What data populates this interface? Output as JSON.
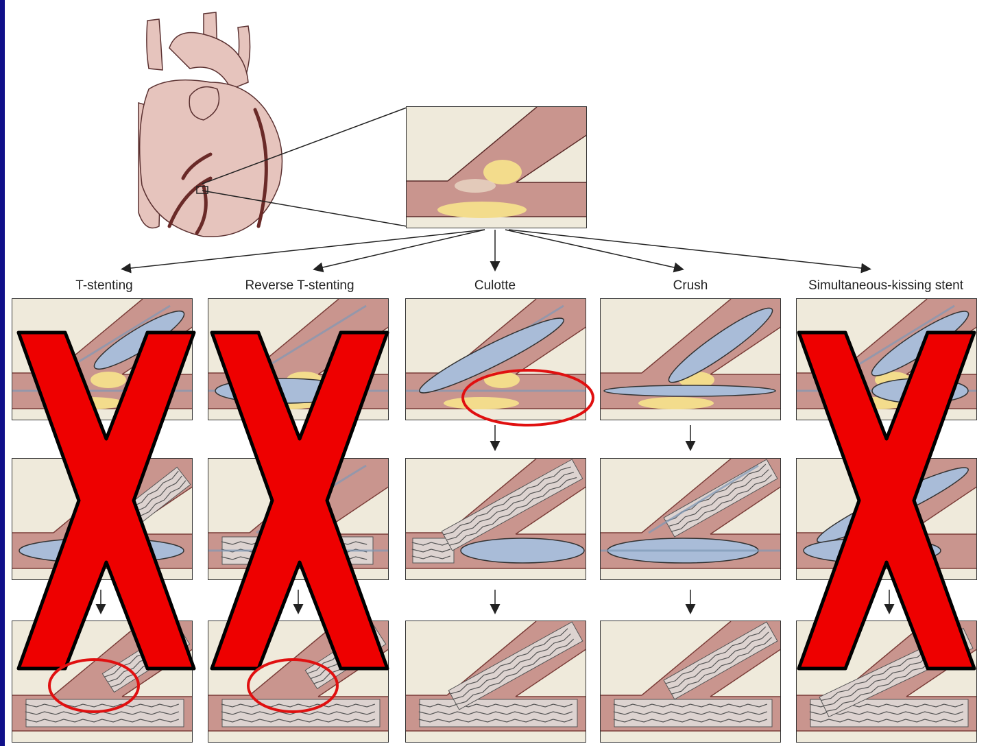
{
  "diagram": {
    "methods": [
      {
        "label": "T-stenting",
        "rejected": true
      },
      {
        "label": "Reverse T-stenting",
        "rejected": true
      },
      {
        "label": "Culotte",
        "rejected": false
      },
      {
        "label": "Crush",
        "rejected": false
      },
      {
        "label": "Simultaneous-kissing stent",
        "rejected": true
      }
    ],
    "colors": {
      "vessel": "#c9958e",
      "vessel_dark": "#7a3d38",
      "plaque": "#f3dc8c",
      "balloon": "#a9bcd8",
      "stent": "#ddd3d0",
      "background": "#efeadb",
      "cross_mark": "#ee0000",
      "highlight_circle": "#e01010",
      "frame": "#10108a"
    },
    "icons": [
      "heart-illustration",
      "x-mark-icon",
      "highlight-circle-icon",
      "arrow-down-icon"
    ]
  }
}
